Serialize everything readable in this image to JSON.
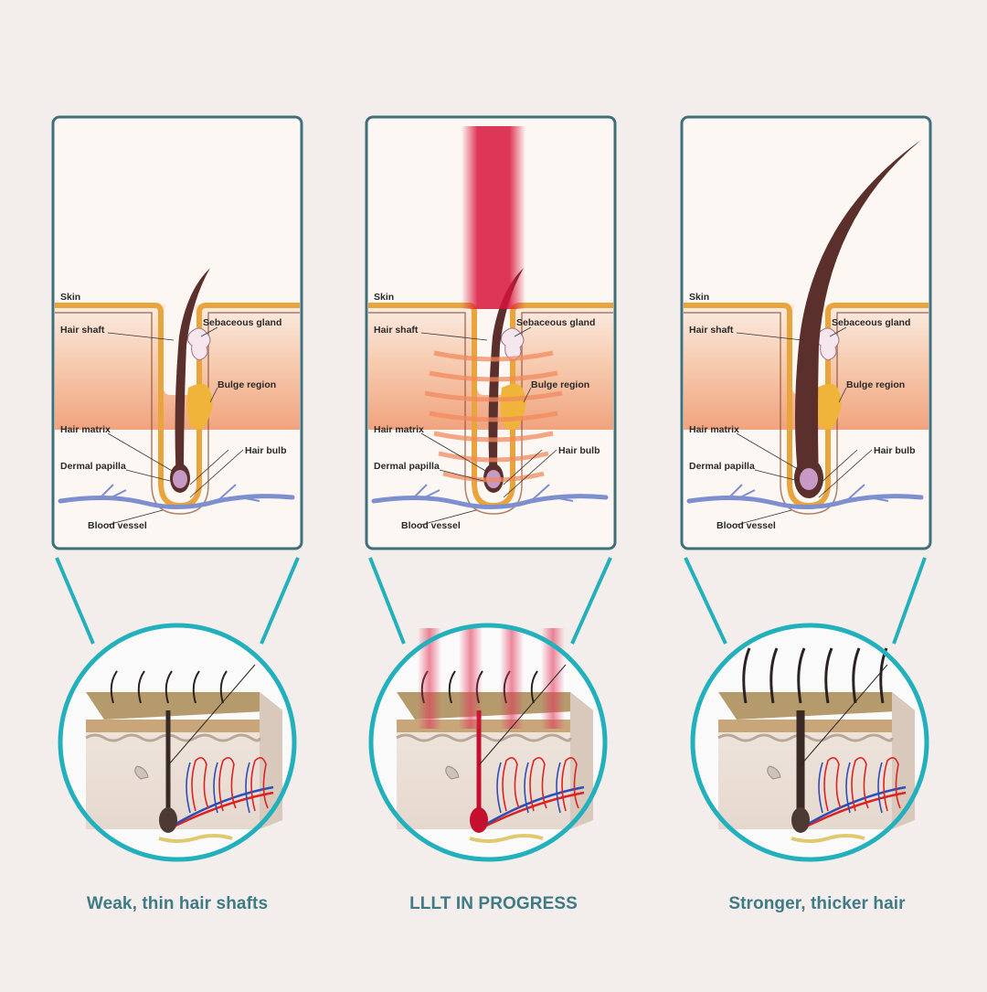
{
  "labels": {
    "skin": "Skin",
    "hair_shaft": "Hair shaft",
    "sebaceous_gland": "Sebaceous gland",
    "bulge_region": "Bulge region",
    "hair_matrix": "Hair matrix",
    "dermal_papilla": "Dermal papilla",
    "hair_bulb": "Hair bulb",
    "blood_vessel": "Blood vessel"
  },
  "panels": [
    {
      "caption": "Weak, thin hair shafts",
      "state": "weak"
    },
    {
      "caption": "LLLT IN PROGRESS",
      "state": "laser"
    },
    {
      "caption": "Stronger, thicker hair",
      "state": "strong"
    }
  ],
  "colors": {
    "frame": "#3e6f79",
    "ring": "#23b0bd",
    "caption": "#3f7a87",
    "laser": "#d8143a",
    "skin_outline": "#e9a53c",
    "hair": "#5b2f2b",
    "blood_vessel": "#7d8fcf",
    "bulge": "#f0b43a",
    "background": "#f3eeeb"
  }
}
